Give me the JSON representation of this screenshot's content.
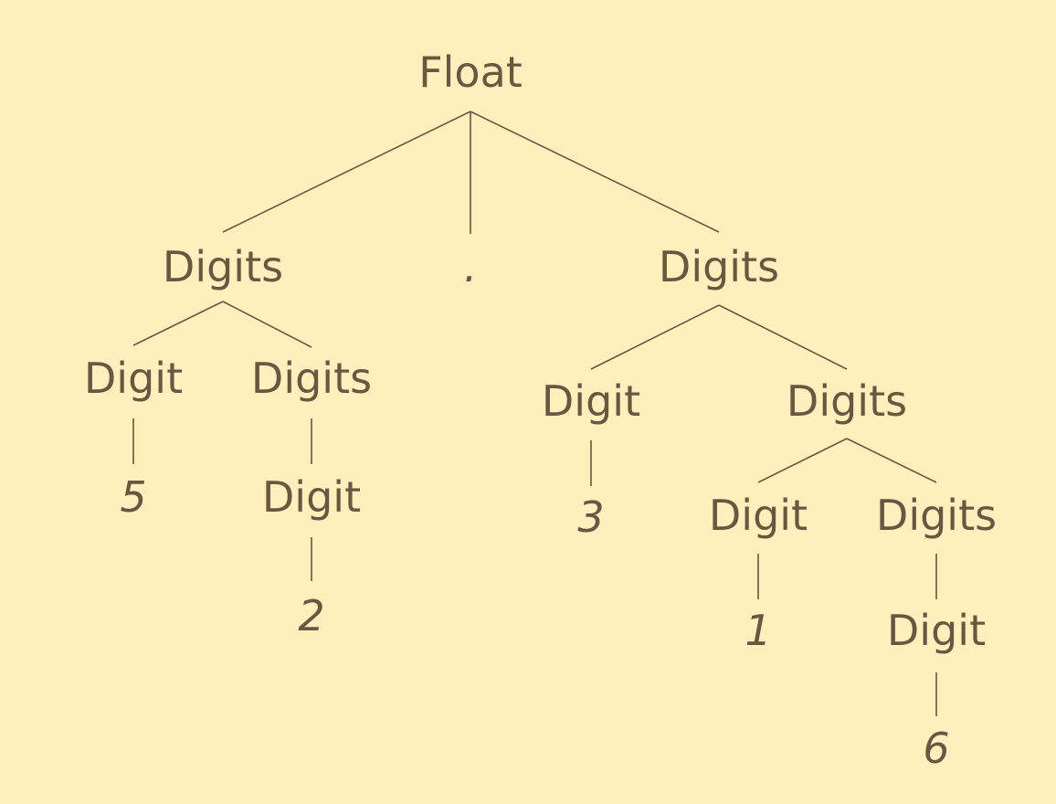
{
  "colors": {
    "background": "#fdf0bd",
    "ink": "#6b5640"
  },
  "tree": {
    "root": {
      "id": "float",
      "label": "Float",
      "children": [
        {
          "id": "digits-left",
          "label": "Digits",
          "children": [
            {
              "id": "digit-5",
              "label": "Digit",
              "children": [
                {
                  "id": "leaf-5",
                  "label": "5",
                  "leaf": true
                }
              ]
            },
            {
              "id": "digits-left-2",
              "label": "Digits",
              "children": [
                {
                  "id": "digit-2",
                  "label": "Digit",
                  "children": [
                    {
                      "id": "leaf-2",
                      "label": "2",
                      "leaf": true
                    }
                  ]
                }
              ]
            }
          ]
        },
        {
          "id": "dot",
          "label": ".",
          "leaf": true
        },
        {
          "id": "digits-right",
          "label": "Digits",
          "children": [
            {
              "id": "digit-3",
              "label": "Digit",
              "children": [
                {
                  "id": "leaf-3",
                  "label": "3",
                  "leaf": true
                }
              ]
            },
            {
              "id": "digits-right-2",
              "label": "Digits",
              "children": [
                {
                  "id": "digit-1",
                  "label": "Digit",
                  "children": [
                    {
                      "id": "leaf-1",
                      "label": "1",
                      "leaf": true
                    }
                  ]
                },
                {
                  "id": "digits-right-3",
                  "label": "Digits",
                  "children": [
                    {
                      "id": "digit-6",
                      "label": "Digit",
                      "children": [
                        {
                          "id": "leaf-6",
                          "label": "6",
                          "leaf": true
                        }
                      ]
                    }
                  ]
                }
              ]
            }
          ]
        }
      ]
    }
  }
}
